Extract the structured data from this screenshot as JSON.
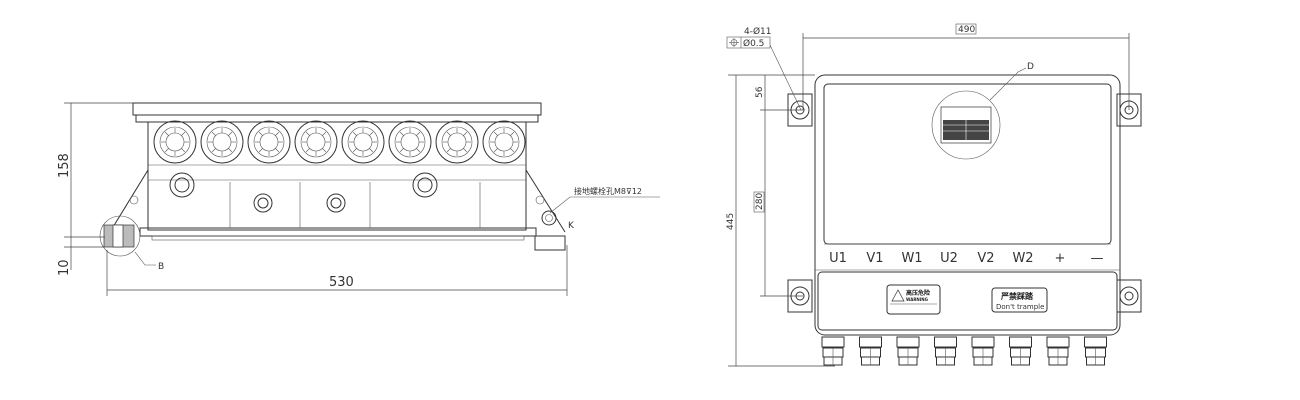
{
  "side_view": {
    "dim_height": "158",
    "dim_base": "10",
    "dim_width": "530",
    "detail_b": "B",
    "detail_k": "K",
    "ground_note": "接地螺栓孔M8⊽12",
    "gland_count": 8
  },
  "top_view": {
    "hole_spec": "4-Ø11",
    "position_tolerance": "Ø0.5",
    "dim_width": "490",
    "dim_height": "445",
    "dim_ear_offset": "56",
    "dim_hole_spacing": "280",
    "detail_d": "D",
    "terminals": [
      "U1",
      "V1",
      "W1",
      "U2",
      "V2",
      "W2",
      "+",
      "—"
    ],
    "warning_label": {
      "title": "高压危险",
      "subtitle": "WARNING"
    },
    "trample_label": {
      "cn": "严禁踩踏",
      "en": "Don't  trample"
    },
    "gland_count": 8
  }
}
